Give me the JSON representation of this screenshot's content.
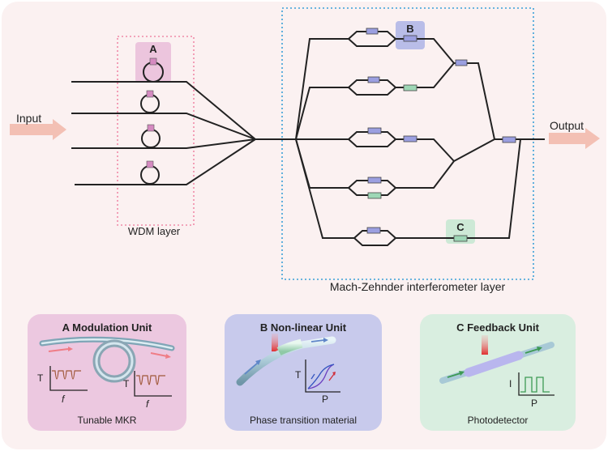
{
  "labels": {
    "input": "Input",
    "output": "Output",
    "wdm_layer": "WDM layer",
    "mzi_layer": "Mach-Zehnder interferometer layer",
    "marker_a": "A",
    "marker_b": "B",
    "marker_c": "C"
  },
  "units": {
    "a": {
      "title": "A  Modulation Unit",
      "caption": "Tunable MKR",
      "axis_y": "T",
      "axis_x": "f"
    },
    "b": {
      "title": "B Non-linear Unit",
      "caption": "Phase transition material",
      "axis_y": "T",
      "axis_x": "P"
    },
    "c": {
      "title": "C Feedback Unit",
      "caption": "Photodetector",
      "axis_y": "I",
      "axis_x": "P"
    }
  },
  "colors": {
    "background": "#fbf1f1",
    "waveguide": "#222222",
    "wdm_box": "#f08aa8",
    "mzi_box": "#3aa0d8",
    "modulator_blue": "#9b9fe0",
    "modulator_green": "#9ed7b6",
    "ring_heater": "#d58ac0",
    "arrow": "#f3c0b4",
    "unit_a_bg": "#ecc8e0",
    "unit_b_bg": "#c8caec",
    "unit_c_bg": "#d9eee0"
  }
}
